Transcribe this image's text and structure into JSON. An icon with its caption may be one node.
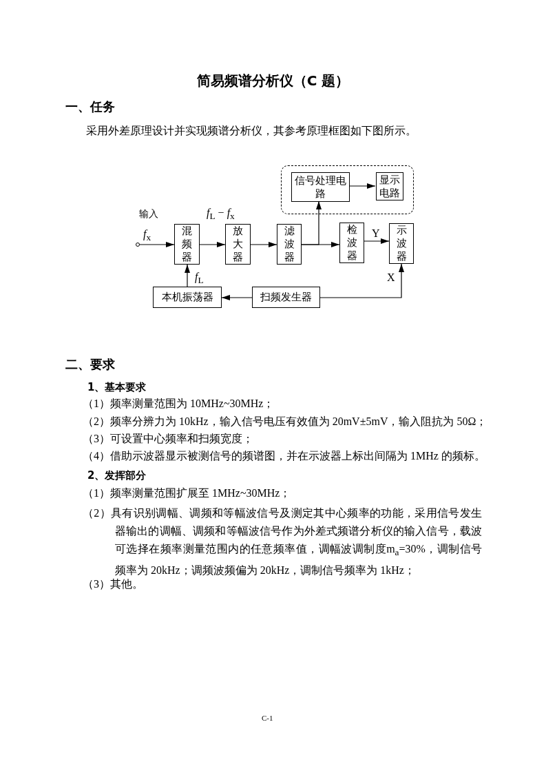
{
  "diagram": {
    "title": "简易频谱分析仪（C 题）",
    "nodes": [
      {
        "text": [],
        "shape": "box"
      },
      {
        "text": [
          "信号处理电路"
        ],
        "in": 0
      },
      {
        "text": [
          "显示电路"
        ],
        "in": 0
      },
      {
        "text": [
          "混频器"
        ]
      },
      {
        "text": [
          "放大器"
        ]
      },
      {
        "text": [
          "滤波器"
        ]
      },
      {
        "text": [
          "检波器"
        ]
      },
      {
        "text": [
          "示波器"
        ]
      },
      {
        "text": [
          "本机振荡器"
        ]
      },
      {
        "text": [
          "扫频发生器"
        ]
      },
      {
        "text": [],
        "shape": "circle",
        "beside": [
          "输入",
          "*f*$_{x}$"
        ]
      }
    ],
    "edges": [
      {
        "from": 10,
        "to": 3,
        "arrow": "to"
      },
      {
        "from": 3,
        "to": 4,
        "arrow": "to",
        "label": "*f*$_{L}$ − *f*$_{x}$"
      },
      {
        "from": 4,
        "to": 5,
        "arrow": "to"
      },
      {
        "from": 5,
        "to": 6,
        "arrow": "to"
      },
      {
        "from": 5,
        "to": 1,
        "arrow": "to"
      },
      {
        "from": 1,
        "to": 2,
        "arrow": "to"
      },
      {
        "from": 6,
        "to": 7,
        "arrow": "to",
        "label": "Y"
      },
      {
        "from": 8,
        "to": 3,
        "arrow": "to",
        "label": "*f*$_{L}$"
      },
      {
        "from": 9,
        "to": 8,
        "arrow": "to"
      },
      {
        "from": 9,
        "to": 7,
        "arrow": "to",
        "label": "X"
      }
    ],
    "labels": [
      "一、任务",
      "采用外差原理设计并实现频谱分析仪，其参考原理框图如下图所示。",
      "二、要求",
      "1、基本要求",
      "（1）频率测量范围为 10MHz~30MHz；",
      "（2）频率分辨力为 10kHz，输入信号电压有效值为 20mV±5mV，输入阻抗为 50Ω；",
      "（3）可设置中心频率和扫频宽度；",
      "（4）借助示波器显示被测信号的频谱图，并在示波器上标出间隔为 1MHz 的频标。",
      "2、发挥部分",
      "（1）频率测量范围扩展至 1MHz~30MHz；",
      "（2）具有识别调幅、调频和等幅波信号及测定其中心频率的功能，采用信号发生器输出的调幅、调频和等幅波信号作为外差式频谱分析仪的输入信号，载波可选择在频率测量范围内的任意频率值，调幅波调制度m$_{a}$=30%，调制信号频率为 20kHz；调频波频偏为 20kHz，调制信号频率为 1kHz；",
      "（3）其他。",
      "C-1"
    ]
  }
}
